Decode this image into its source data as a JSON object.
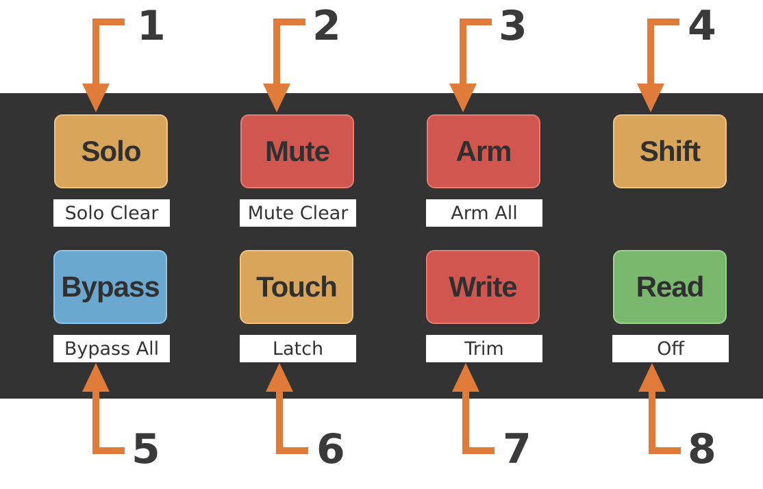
{
  "colors": {
    "panel": "#333333",
    "orange": "#d9a55a",
    "red": "#d0564f",
    "blue": "#6aa8d0",
    "green": "#7ab96d",
    "arrow": "#e07b3a",
    "label_bg": "#ffffff"
  },
  "buttons": [
    {
      "label": "Solo",
      "sub": "Solo Clear",
      "color": "orange"
    },
    {
      "label": "Mute",
      "sub": "Mute Clear",
      "color": "red"
    },
    {
      "label": "Arm",
      "sub": "Arm All",
      "color": "red"
    },
    {
      "label": "Shift",
      "sub": "",
      "color": "orange"
    },
    {
      "label": "Bypass",
      "sub": "Bypass All",
      "color": "blue"
    },
    {
      "label": "Touch",
      "sub": "Latch",
      "color": "orange"
    },
    {
      "label": "Write",
      "sub": "Trim",
      "color": "red"
    },
    {
      "label": "Read",
      "sub": "Off",
      "color": "green"
    }
  ],
  "callouts": [
    "1",
    "2",
    "3",
    "4",
    "5",
    "6",
    "7",
    "8"
  ]
}
